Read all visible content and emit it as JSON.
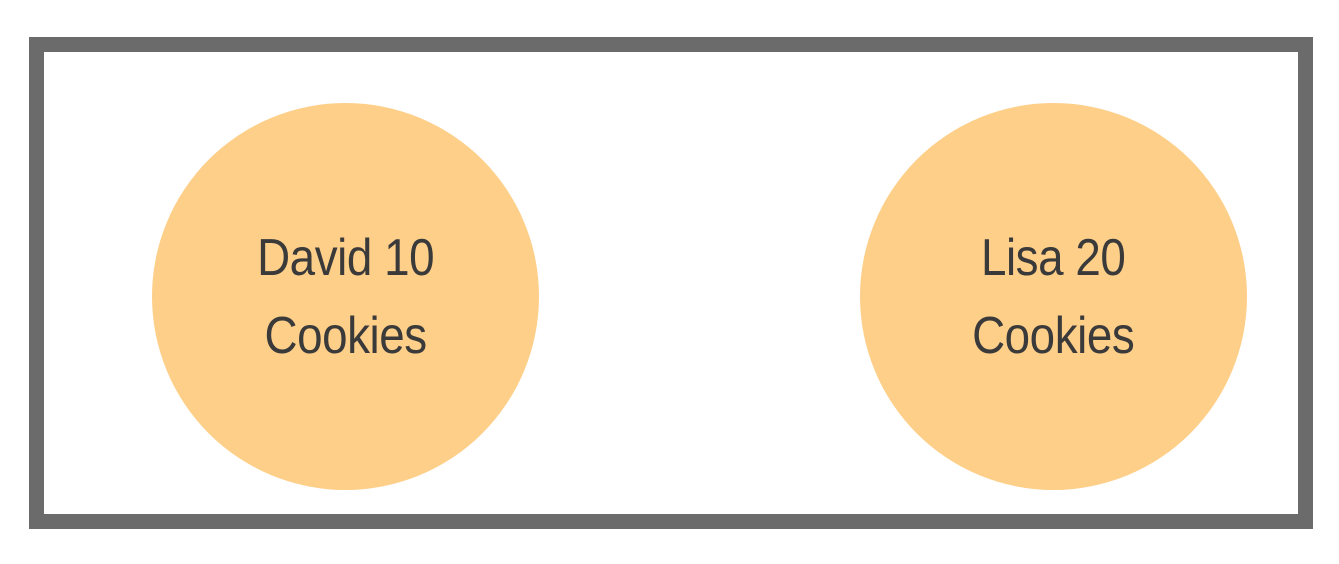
{
  "colors": {
    "frame_border": "#6b6b6b",
    "circle_fill": "#fecf89",
    "text": "#3a3a3a"
  },
  "circles": [
    {
      "line1": "David 10",
      "line2": "Cookies"
    },
    {
      "line1": "Lisa 20",
      "line2": "Cookies"
    }
  ]
}
